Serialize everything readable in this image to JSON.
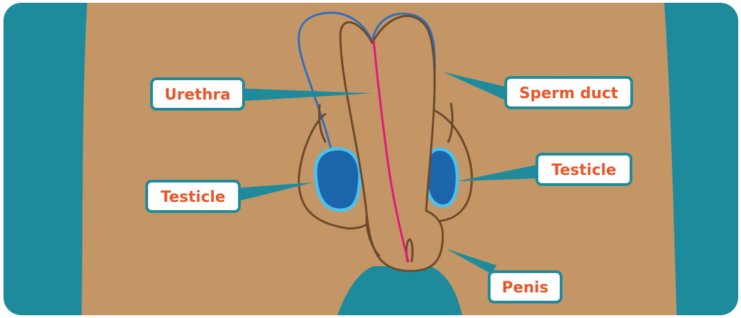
{
  "labels": {
    "urethra": "Urethra",
    "sperm_duct": "Sperm duct",
    "testicle_left": "Testicle",
    "testicle_right": "Testicle",
    "penis": "Penis"
  },
  "colors": {
    "background": "#1d8b9c",
    "skin": "#c49565",
    "outline": "#6b4a2c",
    "duct": "#2f6fbf",
    "urethra": "#e0187a",
    "testicle_fill": "#1b65ad",
    "testicle_rim": "#4fc0e8",
    "label_text": "#e8562a",
    "label_border": "#1d8b9c"
  }
}
